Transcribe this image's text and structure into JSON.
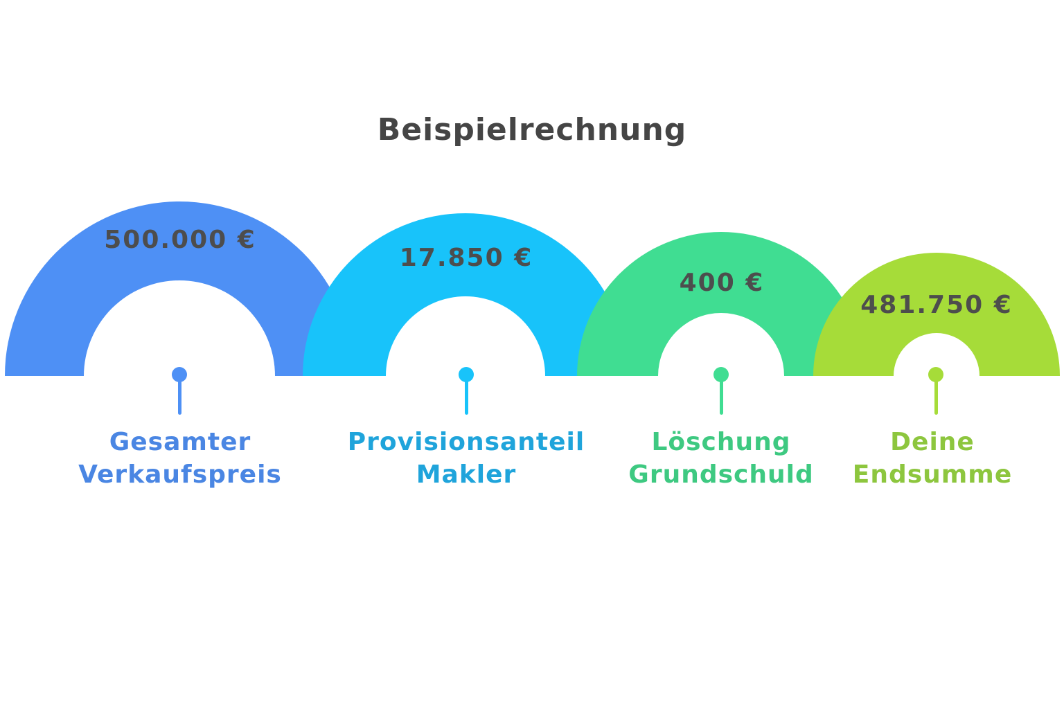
{
  "title": "Beispielrechnung",
  "arches": [
    {
      "value_label": "500.000 €",
      "label_line1": "Gesamter",
      "label_line2": "Verkaufspreis",
      "arc_color": "#4e90f5",
      "label_color": "#4a86e3"
    },
    {
      "value_label": "17.850 €",
      "label_line1": "Provisionsanteil",
      "label_line2": "Makler",
      "arc_color": "#18c3fa",
      "label_color": "#1fa4db"
    },
    {
      "value_label": "400 €",
      "label_line1": "Löschung",
      "label_line2": "Grundschuld",
      "arc_color": "#40dd92",
      "label_color": "#3ec981"
    },
    {
      "value_label": "481.750 €",
      "label_line1": "Deine",
      "label_line2": "Endsumme",
      "arc_color": "#a6dc39",
      "label_color": "#8dc63e"
    }
  ],
  "chart_data": {
    "type": "gauge",
    "title": "Beispielrechnung",
    "categories": [
      "Gesamter Verkaufspreis",
      "Provisionsanteil Makler",
      "Löschung Grundschuld",
      "Deine Endsumme"
    ],
    "values": [
      500000,
      17850,
      400,
      481750
    ],
    "value_labels": [
      "500.000 €",
      "17.850 €",
      "400 €",
      "481.750 €"
    ],
    "unit": "EUR",
    "colors": [
      "#4e90f5",
      "#18c3fa",
      "#40dd92",
      "#a6dc39"
    ],
    "label_colors": [
      "#4a86e3",
      "#1fa4db",
      "#3ec981",
      "#8dc63e"
    ],
    "value_text_color": "#4d4d4d",
    "title_color": "#454545",
    "background": "#ffffff",
    "legend_position": "below-each-arch",
    "grid": false
  }
}
